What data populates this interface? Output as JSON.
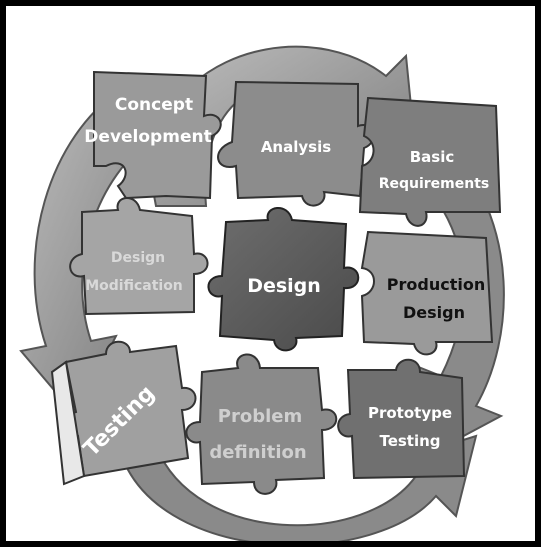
{
  "pieces": {
    "concept_development": {
      "line1": "Concept",
      "line2": "Development"
    },
    "analysis": {
      "label": "Analysis"
    },
    "basic_requirements": {
      "line1": "Basic",
      "line2": "Requirements"
    },
    "design_modification": {
      "line1": "Design",
      "line2": "Modification"
    },
    "design": {
      "label": "Design"
    },
    "production_design": {
      "line1": "Production",
      "line2": "Design"
    },
    "testing": {
      "label": "Testing"
    },
    "problem_definition": {
      "line1": "Problem",
      "line2": "definition"
    },
    "prototype_testing": {
      "line1": "Prototype",
      "line2": "Testing"
    }
  }
}
